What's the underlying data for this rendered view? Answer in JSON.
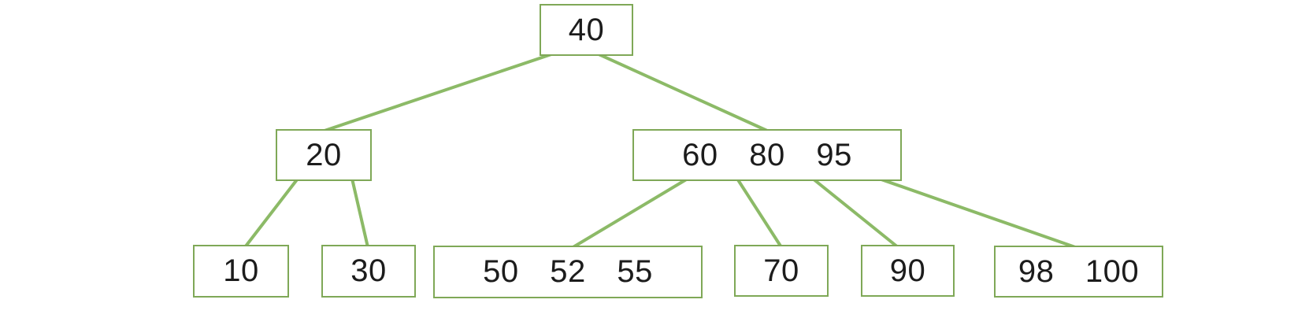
{
  "diagram": {
    "kind": "b-tree",
    "accent_line_color": "#8cba67",
    "node_border_color": "#7fa857",
    "text_color": "#1c1c1c",
    "nodes": [
      {
        "id": "node-40",
        "label": "40",
        "keys": [
          40
        ],
        "level": 0
      },
      {
        "id": "node-20",
        "label": "20",
        "keys": [
          20
        ],
        "level": 1
      },
      {
        "id": "node-608095",
        "label": "60 80 95",
        "keys": [
          60,
          80,
          95
        ],
        "level": 1
      },
      {
        "id": "node-10",
        "label": "10",
        "keys": [
          10
        ],
        "level": 2
      },
      {
        "id": "node-30",
        "label": "30",
        "keys": [
          30
        ],
        "level": 2
      },
      {
        "id": "node-505255",
        "label": "50 52 55",
        "keys": [
          50,
          52,
          55
        ],
        "level": 2
      },
      {
        "id": "node-70",
        "label": "70",
        "keys": [
          70
        ],
        "level": 2
      },
      {
        "id": "node-90",
        "label": "90",
        "keys": [
          90
        ],
        "level": 2
      },
      {
        "id": "node-98100",
        "label": "98 100",
        "keys": [
          98,
          100
        ],
        "level": 2
      }
    ],
    "edges": [
      {
        "from": "40",
        "to": "20"
      },
      {
        "from": "40",
        "to": "60 80 95"
      },
      {
        "from": "20",
        "to": "10"
      },
      {
        "from": "20",
        "to": "30"
      },
      {
        "from": "60 80 95",
        "to": "50 52 55"
      },
      {
        "from": "60 80 95",
        "to": "70"
      },
      {
        "from": "60 80 95",
        "to": "90"
      },
      {
        "from": "60 80 95",
        "to": "98 100"
      }
    ]
  }
}
